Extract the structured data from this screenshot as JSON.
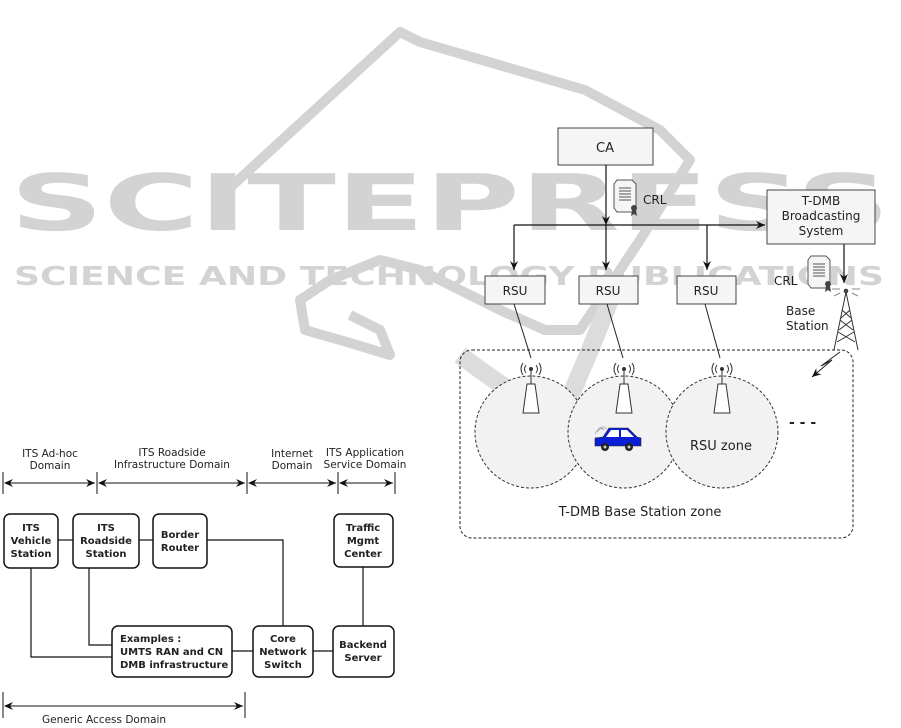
{
  "watermark": {
    "title": "SCITEPRESS",
    "subtitle": "SCIENCE AND TECHNOLOGY PUBLICATIONS"
  },
  "left_diagram": {
    "domains": [
      {
        "line1": "ITS Ad-hoc",
        "line2": "Domain"
      },
      {
        "line1": "ITS Roadside",
        "line2": "Infrastructure Domain"
      },
      {
        "line1": "Internet",
        "line2": "Domain"
      },
      {
        "line1": "ITS Application",
        "line2": "Service Domain"
      }
    ],
    "nodes": {
      "vehicle_station": [
        "ITS",
        "Vehicle",
        "Station"
      ],
      "roadside_station": [
        "ITS",
        "Roadside",
        "Station"
      ],
      "border_router": [
        "Border",
        "Router"
      ],
      "traffic_center": [
        "Traffic",
        "Mgmt",
        "Center"
      ],
      "examples": [
        "Examples :",
        "UMTS RAN and CN",
        "DMB infrastructure"
      ],
      "core_switch": [
        "Core",
        "Network",
        "Switch"
      ],
      "backend_server": [
        "Backend",
        "Server"
      ]
    },
    "generic_domain": "Generic Access  Domain"
  },
  "right_diagram": {
    "ca": "CA",
    "crl_label": "CRL",
    "tdmb_system": [
      "T-DMB",
      "Broadcasting",
      "System"
    ],
    "rsu_labels": [
      "RSU",
      "RSU",
      "RSU"
    ],
    "base_station": [
      "Base",
      "Station"
    ],
    "crl_label_2": "CRL",
    "rsu_zone": "RSU zone",
    "ellipsis": "- - -",
    "tdmb_zone": "T-DMB Base Station zone"
  },
  "colors": {
    "car": "#0a1fd6",
    "watermark": "#d3d3d3",
    "box_fill": "#f5f5f5",
    "zone_fill": "#f2f2f2"
  }
}
